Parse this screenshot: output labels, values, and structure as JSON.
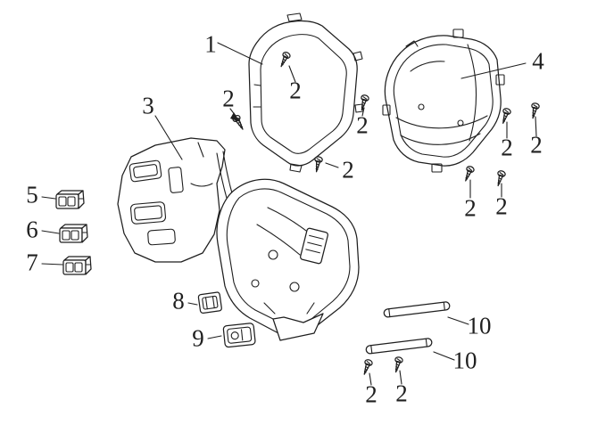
{
  "diagram": {
    "colors": {
      "background": "#ffffff",
      "line": "#1f1f1f"
    },
    "callouts": [
      {
        "label": "1"
      },
      {
        "label": "2"
      },
      {
        "label": "2"
      },
      {
        "label": "3"
      },
      {
        "label": "4"
      },
      {
        "label": "2"
      },
      {
        "label": "2"
      },
      {
        "label": "2"
      },
      {
        "label": "2"
      },
      {
        "label": "2"
      },
      {
        "label": "2"
      },
      {
        "label": "5"
      },
      {
        "label": "6"
      },
      {
        "label": "7"
      },
      {
        "label": "8"
      },
      {
        "label": "9"
      },
      {
        "label": "10"
      },
      {
        "label": "10"
      },
      {
        "label": "2"
      },
      {
        "label": "2"
      }
    ]
  }
}
